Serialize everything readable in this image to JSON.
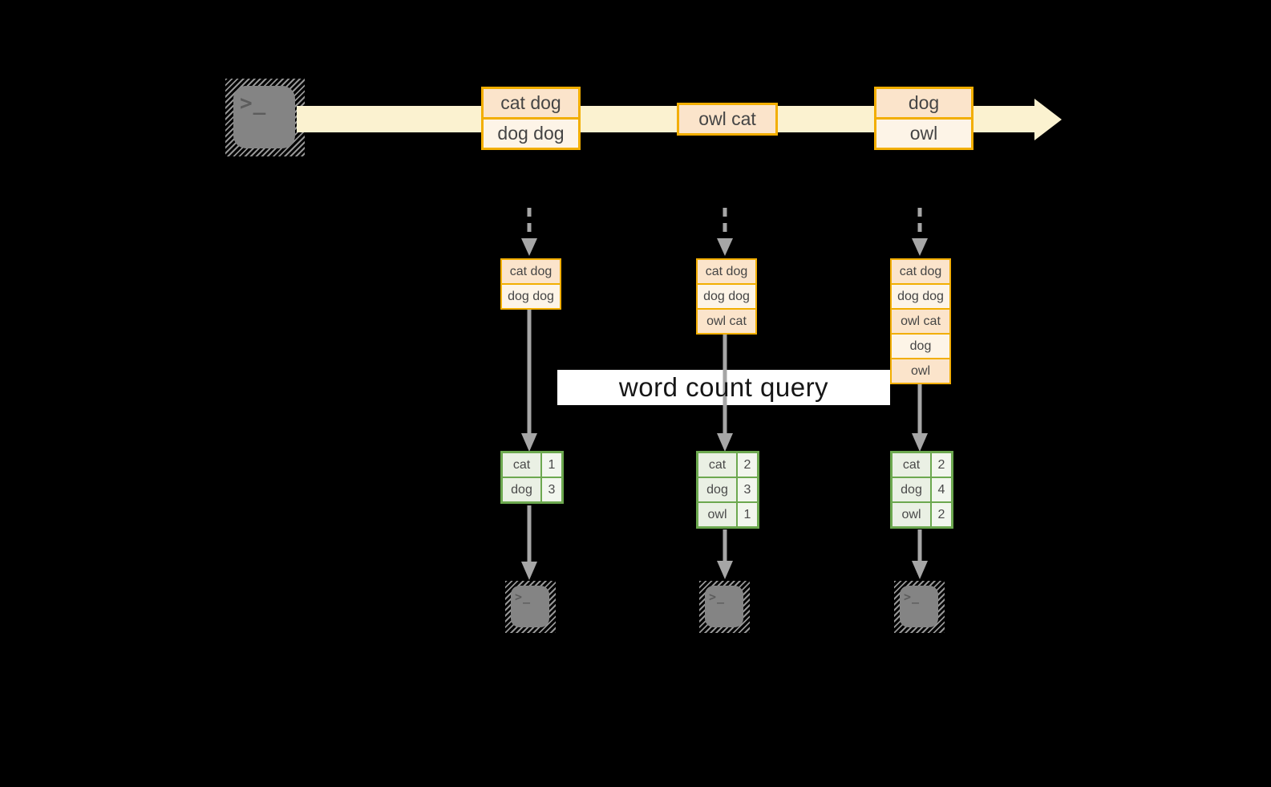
{
  "colors": {
    "background": "#000000",
    "stream_band": "#FBF2D0",
    "event_border": "#F2AE00",
    "event_fill_peach": "#FBE4CB",
    "event_fill_cream": "#FDF4E7",
    "table_border": "#6CA84F",
    "table_fill": "#EAF0E4",
    "arrow_gray": "#A6A6A6",
    "query_background": "#FFFFFF",
    "terminal_gray": "#848484"
  },
  "terminal_prompt": ">_",
  "timeline": {
    "events": [
      {
        "lines": [
          "cat dog",
          "dog dog"
        ]
      },
      {
        "lines": [
          "owl cat"
        ]
      },
      {
        "lines": [
          "dog",
          "owl"
        ]
      }
    ]
  },
  "query_label": "word count query",
  "columns": [
    {
      "buffer": [
        "cat dog",
        "dog dog"
      ],
      "counts": [
        {
          "word": "cat",
          "count": "1"
        },
        {
          "word": "dog",
          "count": "3"
        }
      ]
    },
    {
      "buffer": [
        "cat dog",
        "dog dog",
        "owl cat"
      ],
      "counts": [
        {
          "word": "cat",
          "count": "2"
        },
        {
          "word": "dog",
          "count": "3"
        },
        {
          "word": "owl",
          "count": "1"
        }
      ]
    },
    {
      "buffer": [
        "cat dog",
        "dog dog",
        "owl cat",
        "dog",
        "owl"
      ],
      "counts": [
        {
          "word": "cat",
          "count": "2"
        },
        {
          "word": "dog",
          "count": "4"
        },
        {
          "word": "owl",
          "count": "2"
        }
      ]
    }
  ]
}
